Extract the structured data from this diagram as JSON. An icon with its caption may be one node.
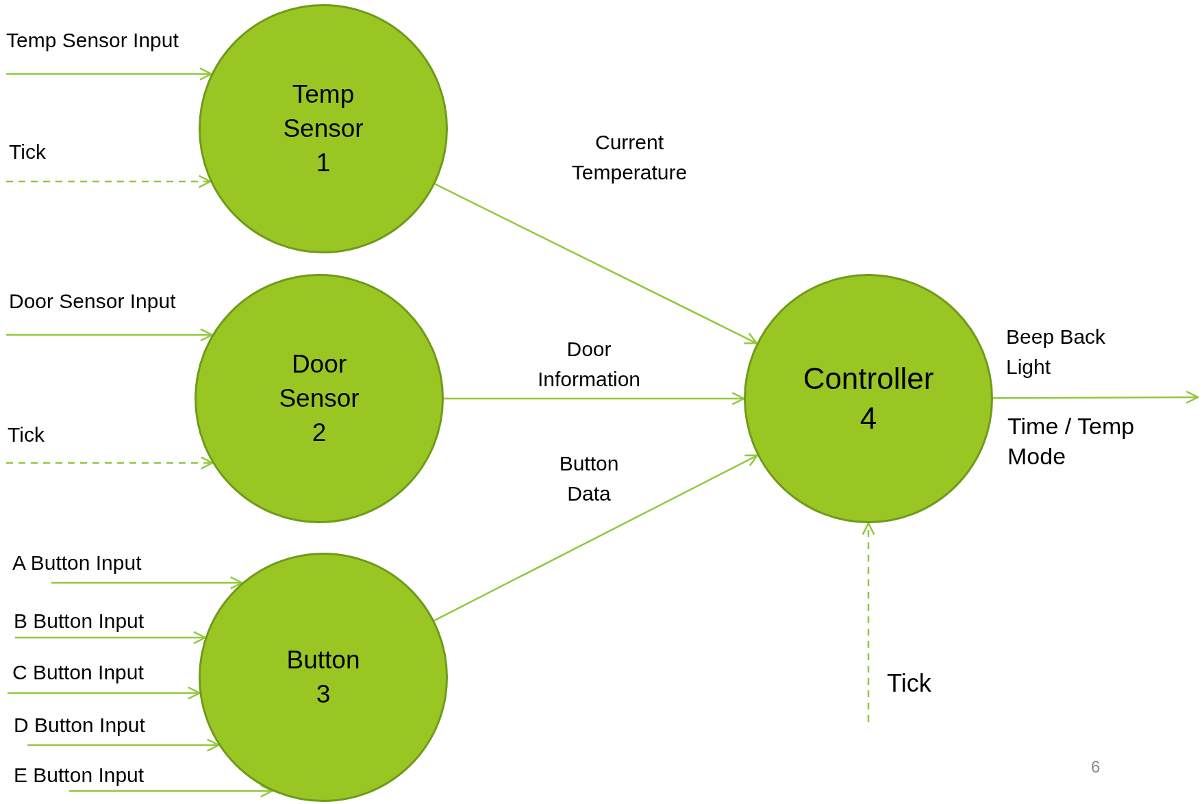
{
  "diagram": {
    "nodes": [
      {
        "text": [
          "Temp Sensor",
          "1"
        ]
      },
      {
        "text": [
          "Door Sensor",
          "2"
        ]
      },
      {
        "text": [
          "Button",
          "3"
        ]
      },
      {
        "text": [
          "Controller",
          "4"
        ]
      }
    ],
    "edges": [
      {
        "from": null,
        "to": 0,
        "arrow": "to",
        "label": "Temp Sensor Input"
      },
      {
        "from": null,
        "to": 0,
        "arrow": "to",
        "label": "Tick",
        "style": "dashed"
      },
      {
        "from": null,
        "to": 1,
        "arrow": "to",
        "label": "Door Sensor Input"
      },
      {
        "from": null,
        "to": 1,
        "arrow": "to",
        "label": "Tick",
        "style": "dashed"
      },
      {
        "from": null,
        "to": 2,
        "arrow": "to",
        "label": "A Button Input"
      },
      {
        "from": null,
        "to": 2,
        "arrow": "to",
        "label": "B Button Input"
      },
      {
        "from": null,
        "to": 2,
        "arrow": "to",
        "label": "C Button Input"
      },
      {
        "from": null,
        "to": 2,
        "arrow": "to",
        "label": "D Button Input"
      },
      {
        "from": null,
        "to": 2,
        "arrow": "to",
        "label": "E Button Input"
      },
      {
        "from": 0,
        "to": 3,
        "arrow": "to",
        "label": "Current Temperature"
      },
      {
        "from": 1,
        "to": 3,
        "arrow": "to",
        "label": "Door Information"
      },
      {
        "from": 2,
        "to": 3,
        "arrow": "to",
        "label": "Button Data"
      },
      {
        "from": 3,
        "to": null,
        "arrow": "to",
        "label": "Beep Back Light"
      },
      {
        "from": null,
        "to": 3,
        "arrow": "to",
        "label": "Tick",
        "style": "dashed"
      }
    ],
    "labels": [
      "Time / Temp Mode",
      "6"
    ]
  }
}
